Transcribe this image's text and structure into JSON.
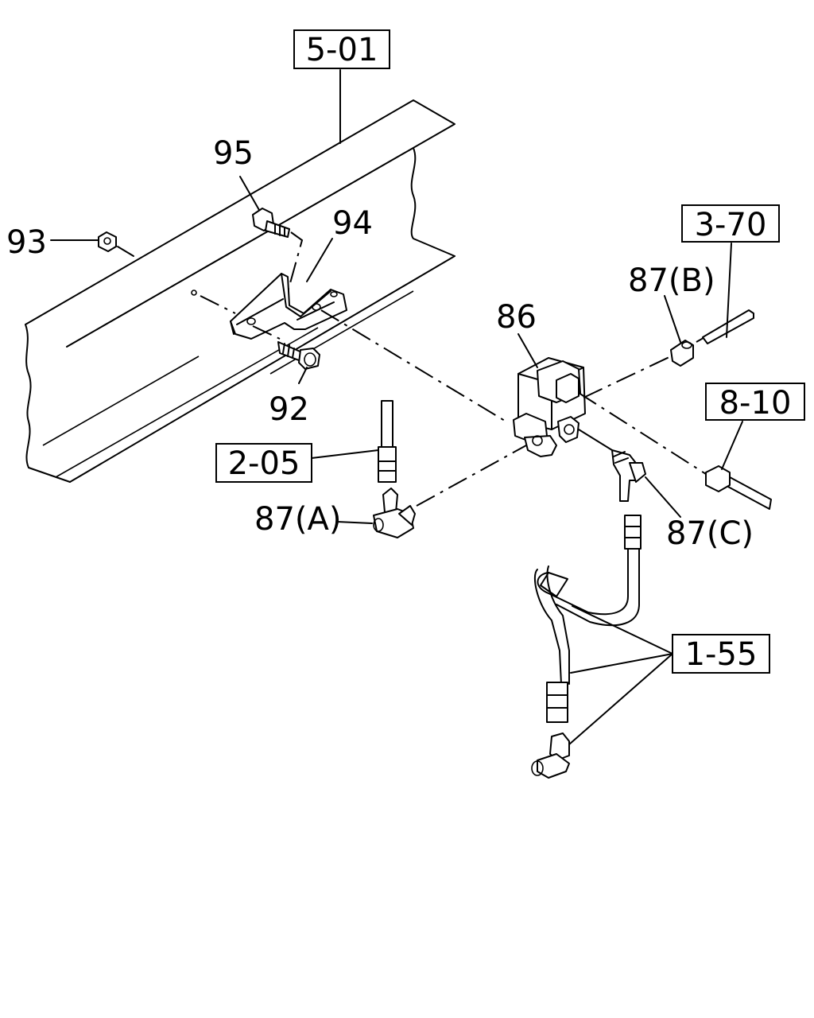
{
  "ref_boxes": {
    "frame": "5-01",
    "pipe_top": "3-70",
    "harness": "8-10",
    "hose_left": "2-05",
    "pipes_bottom": "1-55"
  },
  "part_numbers": {
    "bolt_bracket": "95",
    "nut": "93",
    "bracket": "94",
    "bolt_lower": "92",
    "valve": "86",
    "fitting_b": "87(B)",
    "fitting_a": "87(A)",
    "fitting_c": "87(C)"
  }
}
